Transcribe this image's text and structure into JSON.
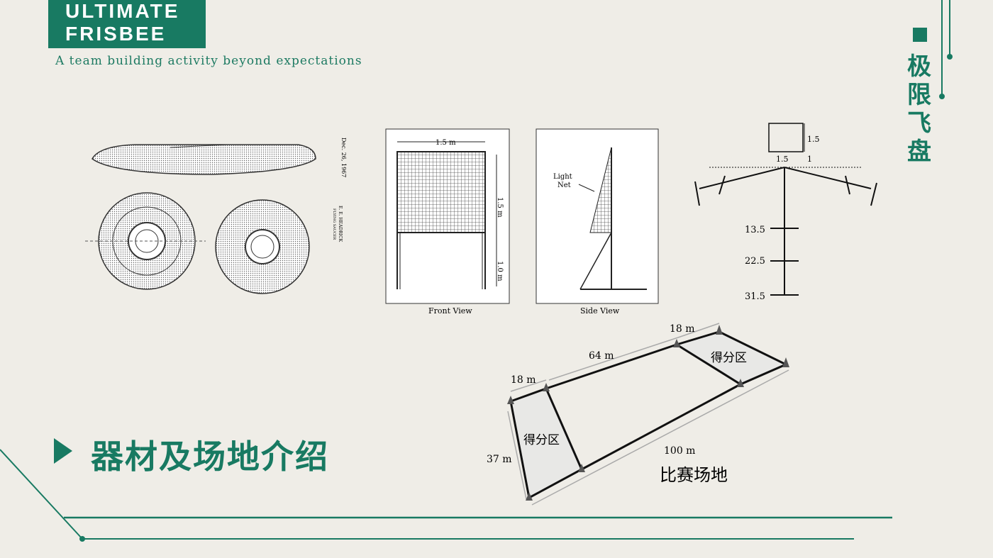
{
  "logo": {
    "line1": "ULTIMATE",
    "line2": "FRISBEE"
  },
  "tagline": "A team building activity beyond expectations",
  "side_title": [
    "极",
    "限",
    "飞",
    "盘"
  ],
  "section_title": "器材及场地介绍",
  "patent": {
    "date": "Dec. 26, 1967",
    "inventor": "E. E. HEADRICK",
    "subtitle": "FLYING SAUCER"
  },
  "goal": {
    "width_label": "1.5 m",
    "upper_height": "1.5 m",
    "lower_height": "1.0 m",
    "front_caption": "Front View",
    "side_caption": "Side View",
    "net_label_1": "Light",
    "net_label_2": "Net"
  },
  "layout_diagram": {
    "box_h": "1.5",
    "box_w": "1.5",
    "offset": "1",
    "marks": [
      "13.5",
      "22.5",
      "31.5"
    ]
  },
  "field": {
    "end_len_top": "18 m",
    "side_len": "64 m",
    "end_len_left": "18 m",
    "width": "37 m",
    "length": "100 m",
    "zone_label": "得分区",
    "caption": "比赛场地"
  },
  "colors": {
    "accent": "#187a62",
    "background": "#efede7"
  }
}
